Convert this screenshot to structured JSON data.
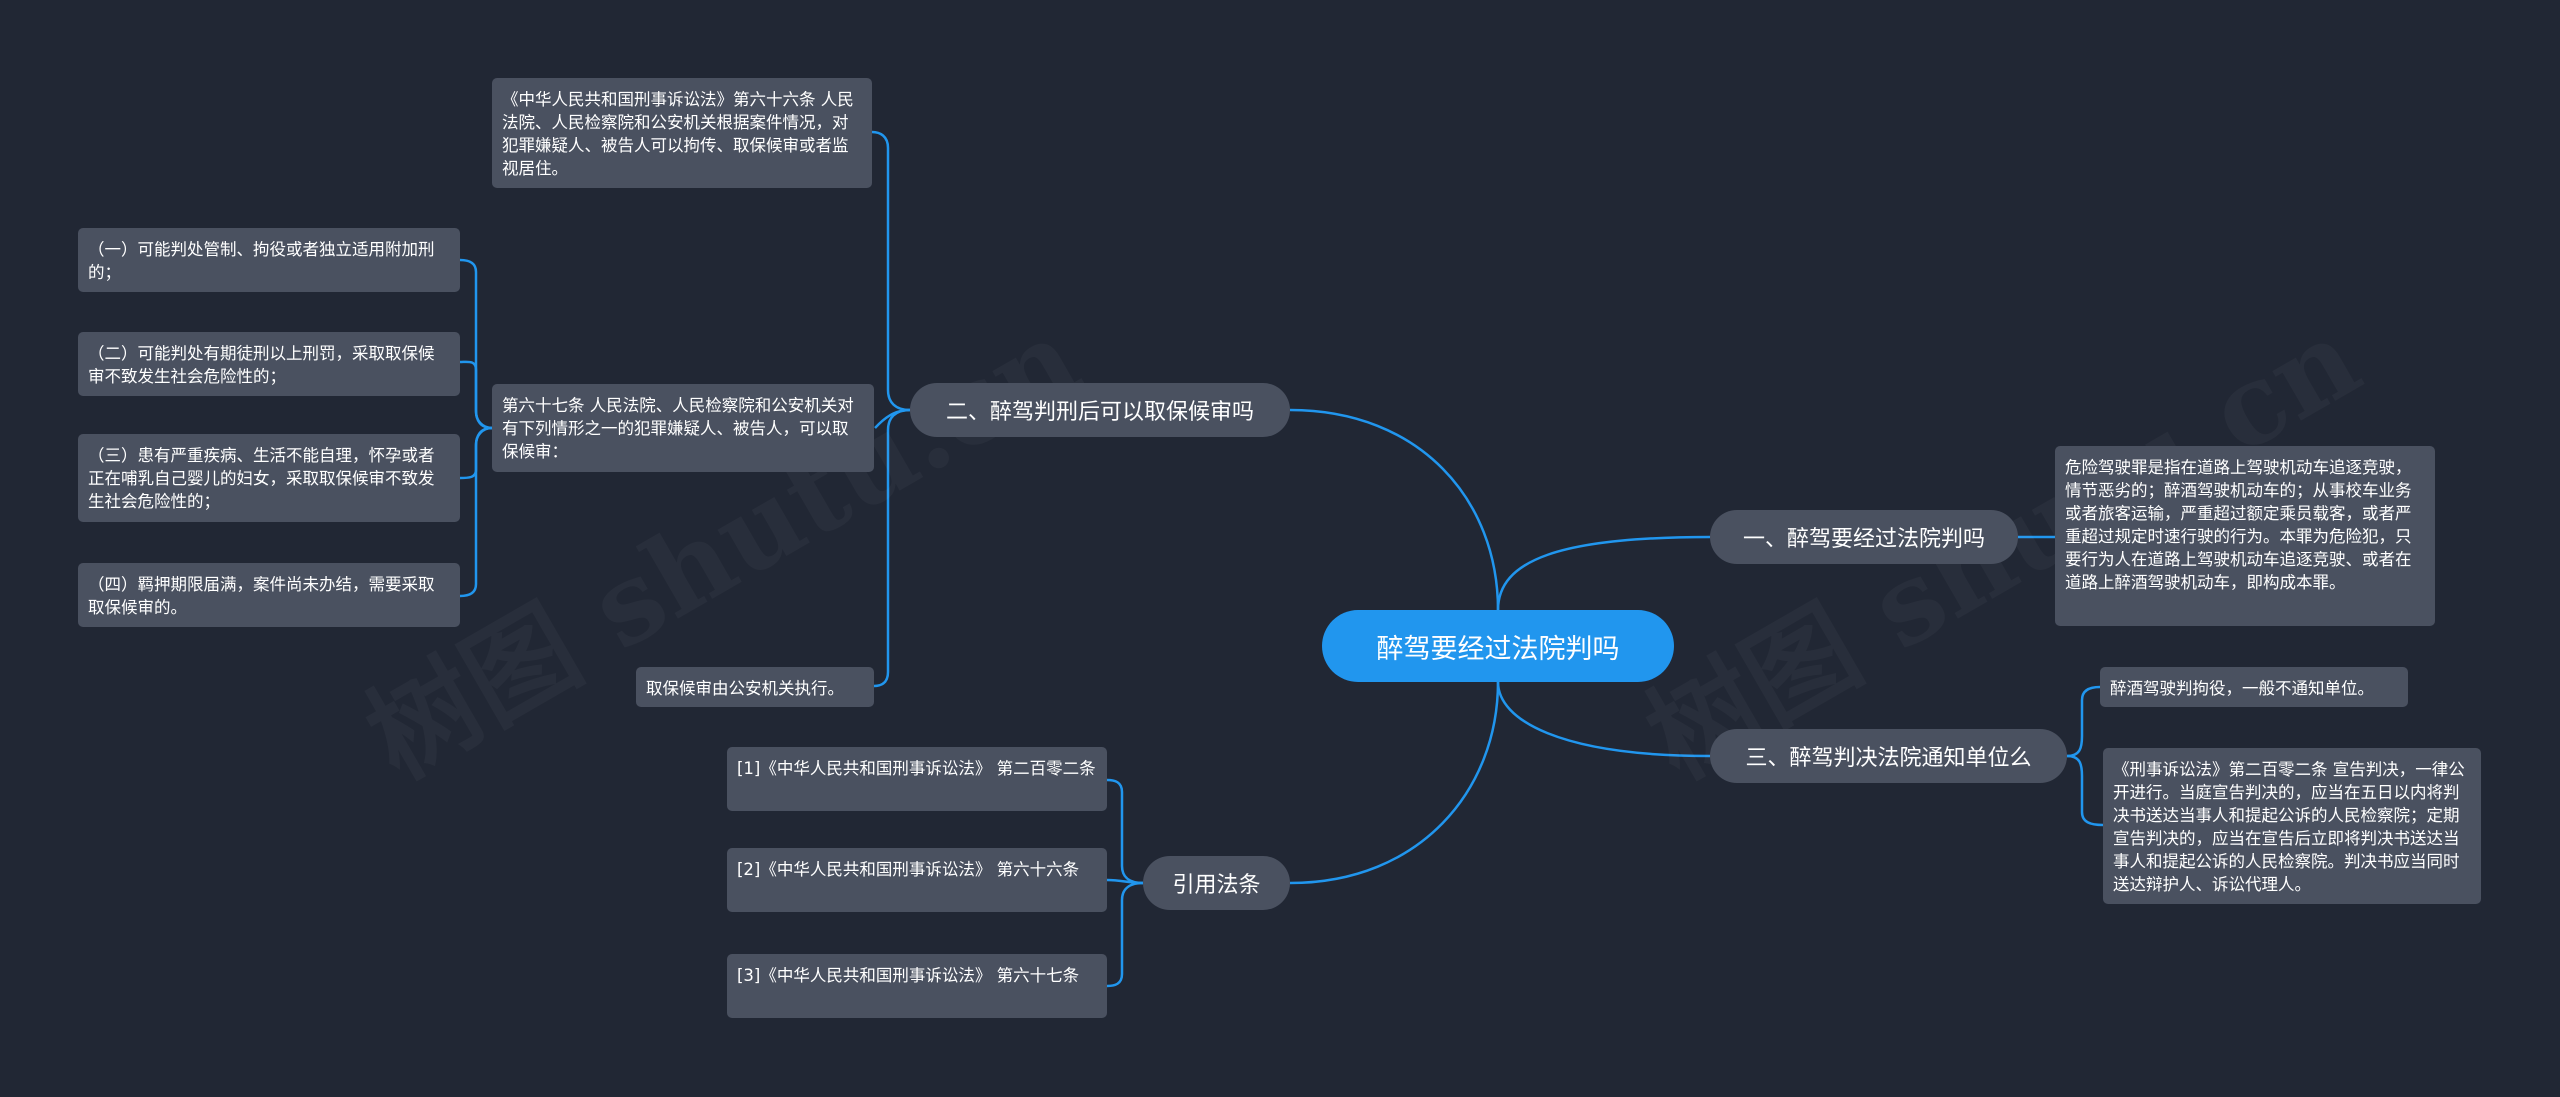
{
  "colors": {
    "background": "#212734",
    "root": "#2196ee",
    "node": "#4a5160",
    "line": "#2196ee"
  },
  "watermark": "树图 shutu.cn",
  "root": {
    "label": "醉驾要经过法院判吗"
  },
  "branches": {
    "b1": {
      "label": "一、醉驾要经过法院判吗",
      "leaves": [
        "危险驾驶罪是指在道路上驾驶机动车追逐竞驶，情节恶劣的；醉酒驾驶机动车的；从事校车业务或者旅客运输，严重超过额定乘员载客，或者严重超过规定时速行驶的行为。本罪为危险犯，只要行为人在道路上驾驶机动车追逐竞驶、或者在道路上醉酒驾驶机动车，即构成本罪。"
      ]
    },
    "b2": {
      "label": "二、醉驾判刑后可以取保候审吗",
      "leaves": [
        "《中华人民共和国刑事诉讼法》第六十六条 人民法院、人民检察院和公安机关根据案件情况，对犯罪嫌疑人、被告人可以拘传、取保候审或者监视居住。",
        "第六十七条 人民法院、人民检察院和公安机关对有下列情形之一的犯罪嫌疑人、被告人，可以取保候审：",
        "取保候审由公安机关执行。"
      ],
      "subleaves": [
        "（一）可能判处管制、拘役或者独立适用附加刑的；",
        "（二）可能判处有期徒刑以上刑罚，采取取保候审不致发生社会危险性的；",
        "（三）患有严重疾病、生活不能自理，怀孕或者正在哺乳自己婴儿的妇女，采取取保候审不致发生社会危险性的；",
        "（四）羁押期限届满，案件尚未办结，需要采取取保候审的。"
      ]
    },
    "b3": {
      "label": "三、醉驾判决法院通知单位么",
      "leaves": [
        "醉酒驾驶判拘役，一般不通知单位。",
        "《刑事诉讼法》第二百零二条 宣告判决，一律公开进行。当庭宣告判决的，应当在五日以内将判决书送达当事人和提起公诉的人民检察院；定期宣告判决的，应当在宣告后立即将判决书送达当事人和提起公诉的人民检察院。判决书应当同时送达辩护人、诉讼代理人。"
      ]
    },
    "b4": {
      "label": "引用法条",
      "leaves": [
        "[1]《中华人民共和国刑事诉讼法》 第二百零二条",
        "[2]《中华人民共和国刑事诉讼法》 第六十六条",
        "[3]《中华人民共和国刑事诉讼法》 第六十七条"
      ]
    }
  }
}
